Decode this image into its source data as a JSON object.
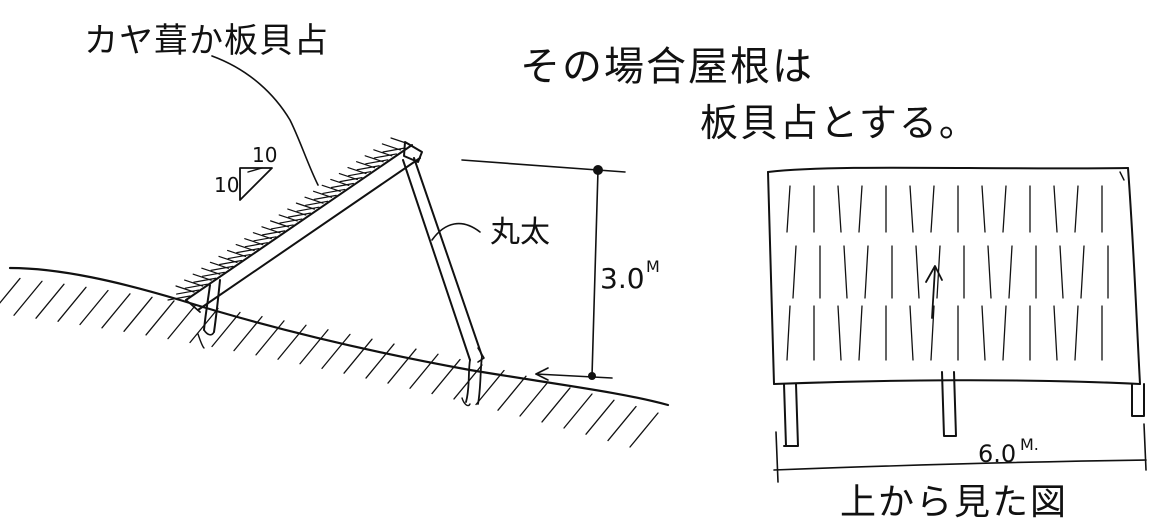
{
  "left_sketch": {
    "thatch_label": "カヤ葺か板貝占",
    "slope_top": "10",
    "slope_side": "10",
    "log_label": "丸太",
    "height_label": "3.0",
    "height_unit": "M"
  },
  "note": {
    "line1": "その場合屋根は",
    "line2": "板貝占とする。"
  },
  "right_sketch": {
    "width_label": "6.0",
    "width_unit": "M.",
    "caption": "上から見た図"
  }
}
